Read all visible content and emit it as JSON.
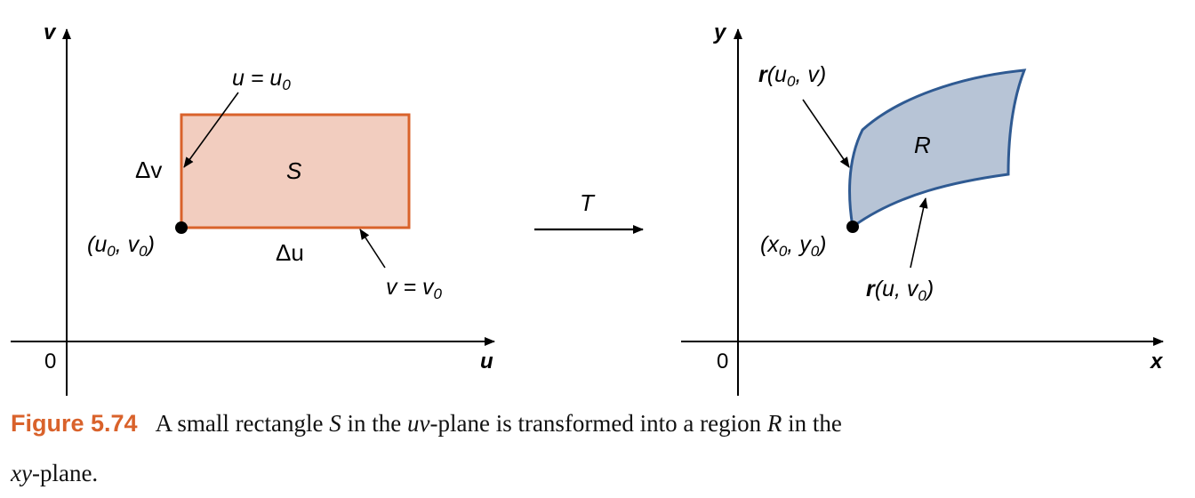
{
  "colors": {
    "axis": "#000000",
    "rect_fill": "#f2cdbf",
    "rect_stroke": "#d9622b",
    "region_fill": "#b7c4d6",
    "region_stroke": "#2f5a92",
    "caption_accent": "#d9622b"
  },
  "left_panel": {
    "v_axis_label": "v",
    "u_axis_label": "u",
    "origin_label": "0",
    "rect_label": "S",
    "du_label": "Δu",
    "dv_label": "Δv",
    "corner_label": "(u",
    "corner_sub1": "0",
    "corner_mid": ", v",
    "corner_sub2": "0",
    "corner_end": ")",
    "u_eq_left": "u = u",
    "u_eq_sub": "0",
    "v_eq_left": "v = v",
    "v_eq_sub": "0"
  },
  "transform": {
    "label": "T"
  },
  "right_panel": {
    "y_axis_label": "y",
    "x_axis_label": "x",
    "origin_label": "0",
    "region_label": "R",
    "corner_label": "(x",
    "corner_sub1": "0",
    "corner_mid": ", y",
    "corner_sub2": "0",
    "corner_end": ")",
    "curve_v_bold": "r",
    "curve_v_text": "(u",
    "curve_v_sub": "0",
    "curve_v_end": ", v)",
    "curve_u_bold": "r",
    "curve_u_text": "(u, v",
    "curve_u_sub": "0",
    "curve_u_end": ")"
  },
  "caption": {
    "figure_label": "Figure 5.74",
    "t1": "A small rectangle ",
    "S": "S",
    "t2": " in the ",
    "uv": "uv",
    "t3": "-plane is transformed into a region ",
    "R": "R",
    "t4": " in the ",
    "xy": "xy",
    "t5": "-plane."
  }
}
